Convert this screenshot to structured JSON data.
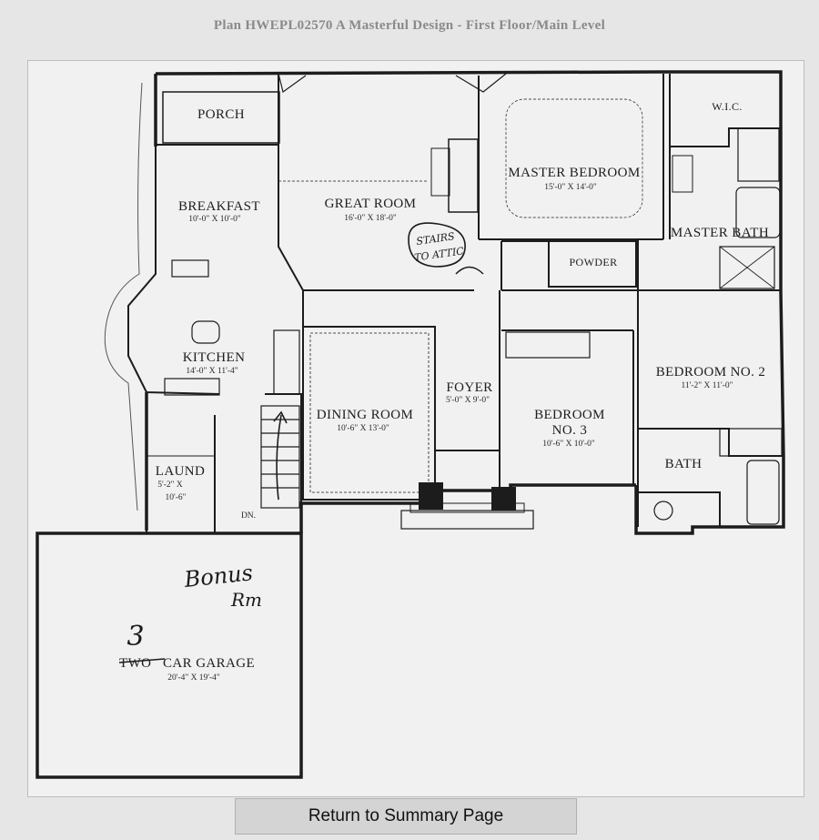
{
  "page": {
    "title": "Plan HWEPL02570 A Masterful Design - First Floor/Main Level"
  },
  "rooms": {
    "porch": {
      "name": "PORCH"
    },
    "breakfast": {
      "name": "BREAKFAST",
      "dims": "10'-0\" X 10'-0\""
    },
    "great_room": {
      "name": "GREAT ROOM",
      "dims": "16'-0\" X 18'-0\""
    },
    "master_bedroom": {
      "name": "MASTER BEDROOM",
      "dims": "15'-0\" X 14'-0\""
    },
    "wic": {
      "name": "W.I.C."
    },
    "master_bath": {
      "name": "MASTER BATH"
    },
    "powder": {
      "name": "POWDER"
    },
    "kitchen": {
      "name": "KITCHEN",
      "dims": "14'-0\" X 11'-4\""
    },
    "dining_room": {
      "name": "DINING ROOM",
      "dims": "10'-6\" X 13'-0\""
    },
    "foyer": {
      "name": "FOYER",
      "dims": "5'-0\" X 9'-0\""
    },
    "bedroom3": {
      "name_line1": "BEDROOM",
      "name_line2": "NO. 3",
      "dims": "10'-6\" X 10'-0\""
    },
    "bedroom2": {
      "name": "BEDROOM NO. 2",
      "dims": "11'-2\" X 11'-0\""
    },
    "bath": {
      "name": "BATH"
    },
    "laund": {
      "name": "LAUND",
      "dims_line1": "5'-2\" X",
      "dims_line2": "10'-6\""
    },
    "stair": {
      "label": "DN."
    },
    "garage": {
      "name_struck": "TWO",
      "name": " CAR GARAGE",
      "dims": "20'-4\" X 19'-4\""
    }
  },
  "handwriting": {
    "stairs_note_1": "STAIRS",
    "stairs_note_2": "TO ATTIC",
    "garage_number": "3",
    "bonus_1": "Bonus",
    "bonus_2": "Rm"
  },
  "nav": {
    "return_label": "Return to Summary Page"
  }
}
